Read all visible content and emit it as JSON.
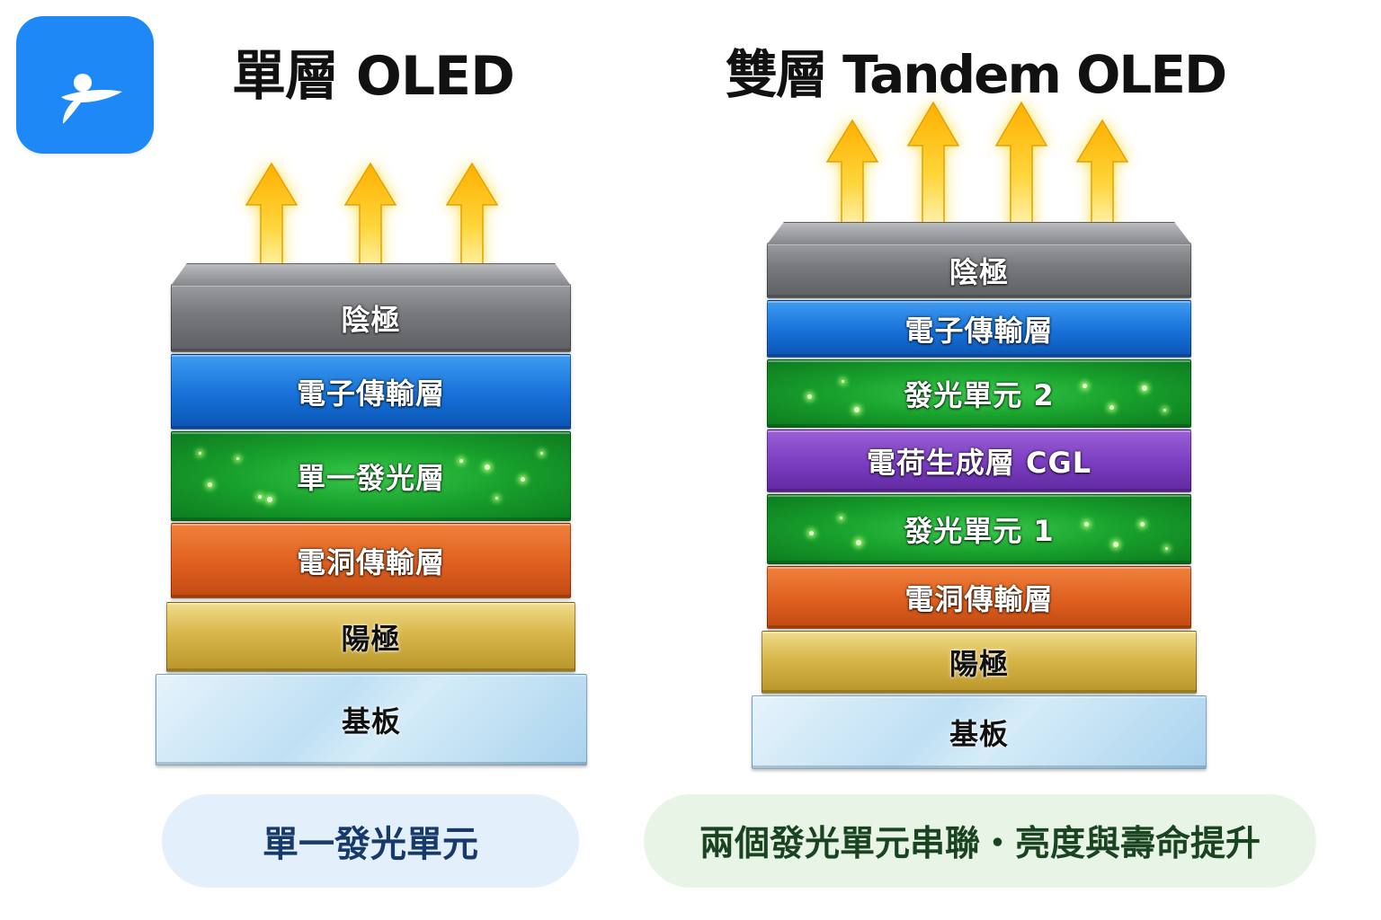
{
  "left": {
    "title": "單層 OLED",
    "layers": {
      "cathode": "陰極",
      "etl": "電子傳輸層",
      "eml": "單一發光層",
      "htl": "電洞傳輸層",
      "anode": "陽極",
      "substrate": "基板"
    },
    "caption": "單一發光單元"
  },
  "right": {
    "title": "雙層 Tandem OLED",
    "layers": {
      "cathode": "陰極",
      "etl": "電子傳輸層",
      "eml2": "發光單元 2",
      "cgl": "電荷生成層 CGL",
      "eml1": "發光單元 1",
      "htl": "電洞傳輸層",
      "anode": "陽極",
      "substrate": "基板"
    },
    "caption": "兩個發光單元串聯・亮度與壽命提升"
  },
  "colors": {
    "app_icon": "#1e88f6",
    "cathode": "#76787c",
    "etl": "#1670d8",
    "eml": "#18a02c",
    "cgl": "#7a3cc0",
    "htl": "#df5f1f",
    "anode": "#d8b64a",
    "substrate": "#bfe0f4",
    "arrow": "#ffc21a"
  },
  "icons": {
    "app": "person-swoosh-icon",
    "light": "light-emission-arrow-icon"
  }
}
